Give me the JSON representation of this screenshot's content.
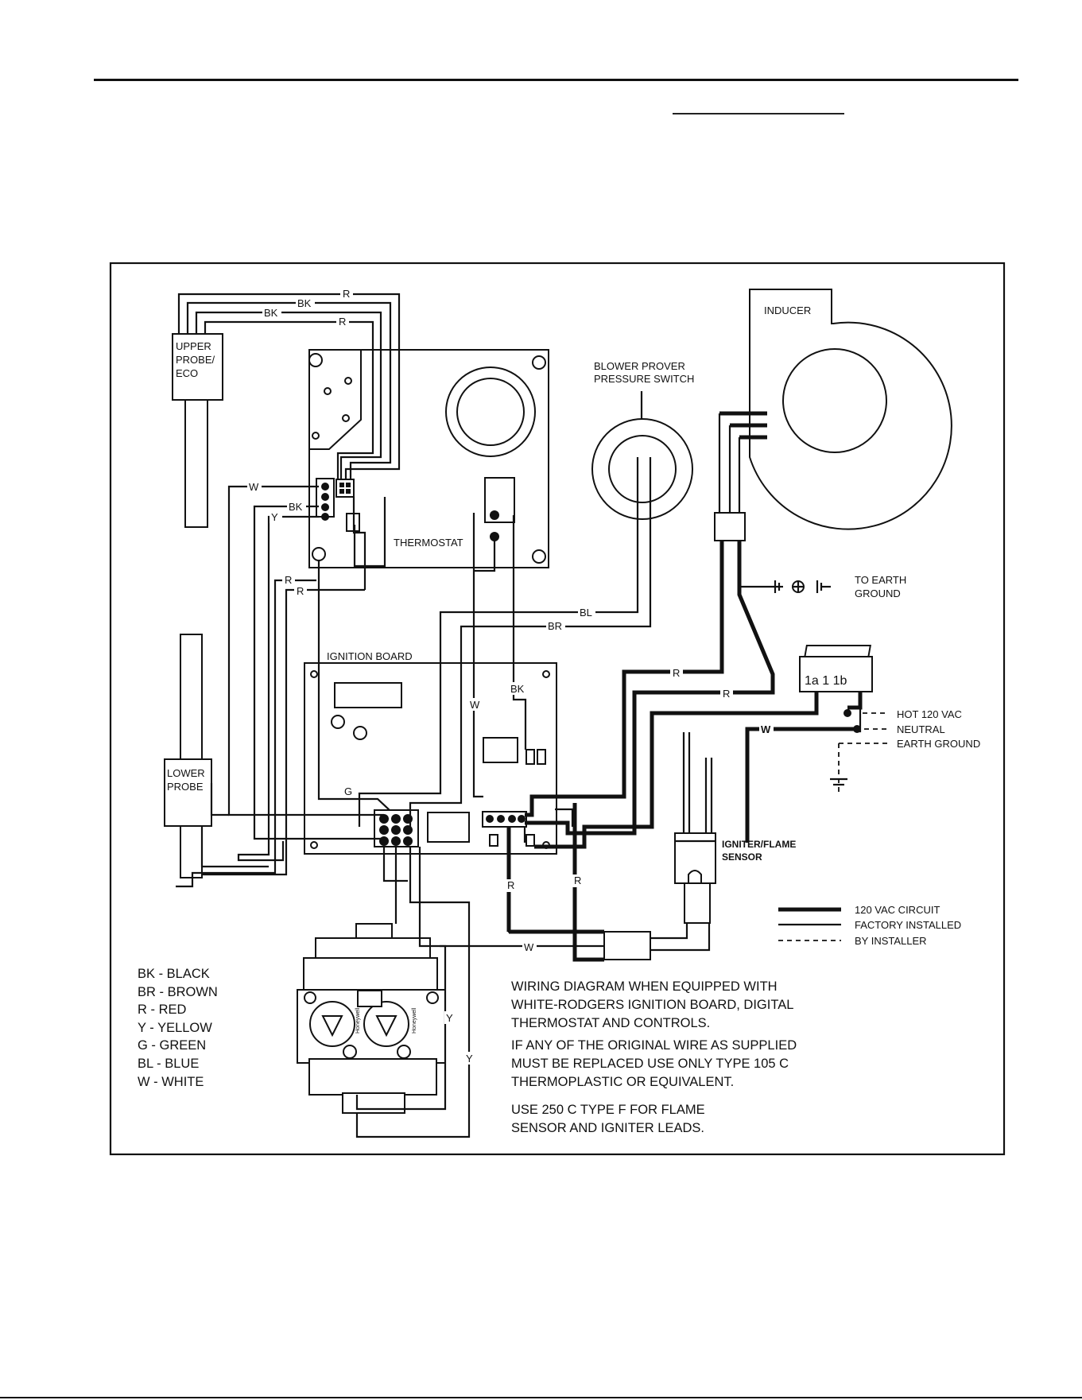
{
  "components": {
    "upper_probe": "UPPER\nPROBE/\nECO",
    "lower_probe": "LOWER\nPROBE",
    "thermostat": "THERMOSTAT",
    "ignition_board": "IGNITION BOARD",
    "blower_prover": "BLOWER PROVER\nPRESSURE SWITCH",
    "inducer": "INDUCER",
    "earth_ground_top": "TO EARTH\nGROUND",
    "switch_terminals": "1a 1 1b",
    "igniter": "IGNITER/FLAME\nSENSOR"
  },
  "wire_labels": {
    "r": "R",
    "bk": "BK",
    "w": "W",
    "y": "Y",
    "g": "G",
    "bl": "BL",
    "br": "BR"
  },
  "supply_labels": [
    "HOT 120 VAC",
    "NEUTRAL",
    "EARTH GROUND"
  ],
  "line_legend": [
    "120 VAC CIRCUIT",
    "FACTORY INSTALLED",
    "BY INSTALLER"
  ],
  "color_legend": [
    "BK - BLACK",
    "BR - BROWN",
    "R - RED",
    "Y - YELLOW",
    "G - GREEN",
    "BL - BLUE",
    "W - WHITE"
  ],
  "notes": [
    "WIRING DIAGRAM WHEN EQUIPPED WITH\nWHITE-RODGERS IGNITION BOARD, DIGITAL\nTHERMOSTAT AND CONTROLS.",
    "IF ANY OF THE ORIGINAL WIRE AS SUPPLIED\nMUST BE REPLACED USE ONLY TYPE 105 C\nTHERMOPLASTIC OR EQUIVALENT.",
    "USE 250 C TYPE F FOR FLAME\nSENSOR AND IGNITER LEADS."
  ],
  "valve_brand": "Honeywell"
}
